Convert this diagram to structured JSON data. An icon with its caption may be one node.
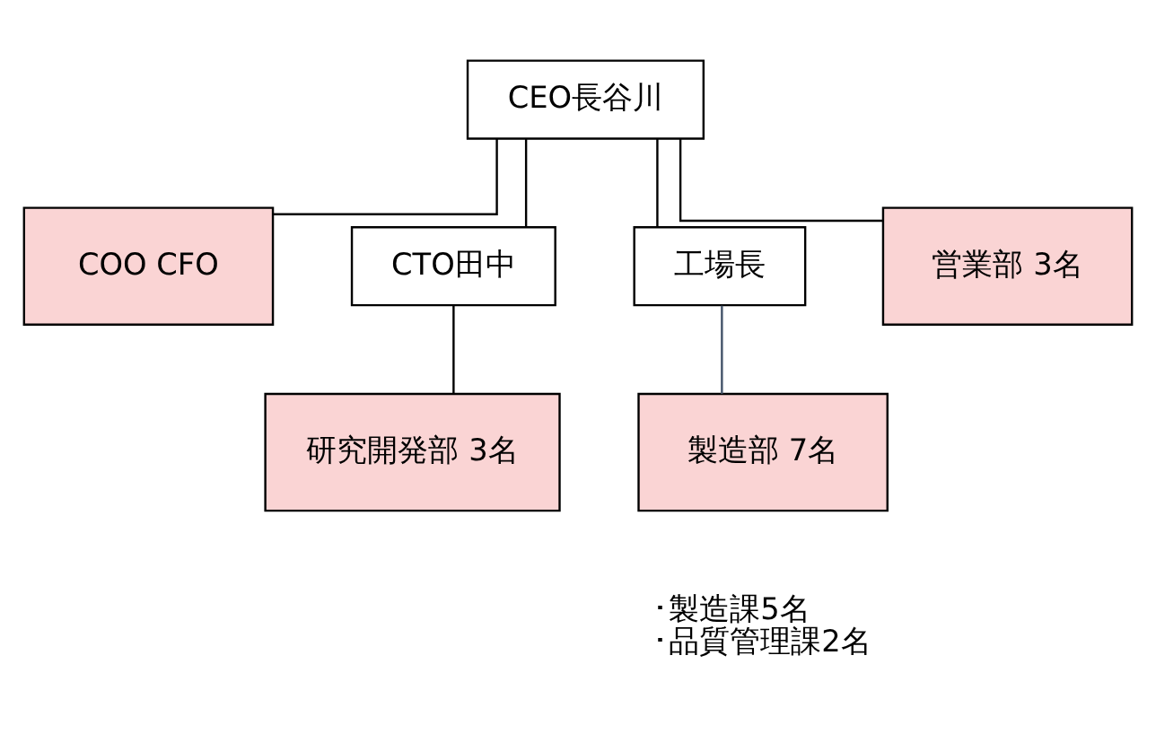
{
  "diagram": {
    "nodes": [
      {
        "text": [
          "CEO長谷川"
        ]
      },
      {
        "text": [
          "COO CFO"
        ]
      },
      {
        "text": [
          "CTO田中"
        ]
      },
      {
        "text": [
          "工場長"
        ]
      },
      {
        "text": [
          "営業部 3名"
        ]
      },
      {
        "text": [
          "研究開発部 3名"
        ]
      },
      {
        "text": [
          "製造部 7名"
        ],
        "beside": [
          "･製造課5名",
          "･品質管理課2名"
        ]
      }
    ],
    "edges": [
      {
        "from": 0,
        "to": 1,
        "arrow": "none"
      },
      {
        "from": 0,
        "to": 2,
        "arrow": "none"
      },
      {
        "from": 0,
        "to": 3,
        "arrow": "none"
      },
      {
        "from": 0,
        "to": 4,
        "arrow": "none"
      },
      {
        "from": 2,
        "to": 5,
        "arrow": "none"
      },
      {
        "from": 3,
        "to": 6,
        "arrow": "none",
        "color": "#44546a"
      }
    ]
  }
}
